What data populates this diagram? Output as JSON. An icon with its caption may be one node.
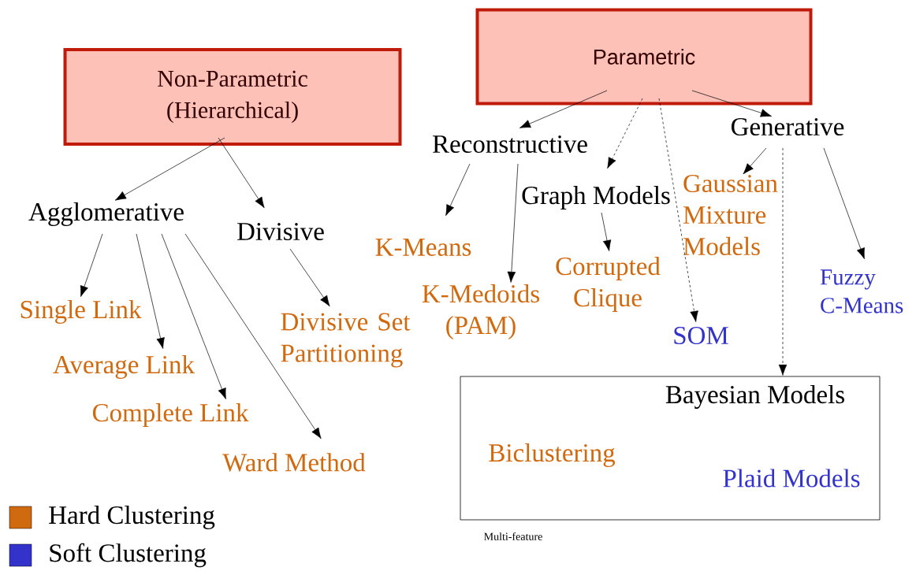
{
  "diagram": {
    "nodes": [
      {
        "text": [
          "Non-Parametric (Hierarchical)"
        ]
      },
      {
        "text": [
          "Agglomerative"
        ]
      },
      {
        "text": [
          "Divisive"
        ]
      },
      {
        "text": [
          "Single Link"
        ]
      },
      {
        "text": [
          "Average Link"
        ]
      },
      {
        "text": [
          "Complete Link"
        ]
      },
      {
        "text": [
          "Ward Method"
        ]
      },
      {
        "text": [
          "Divisive Set Partitioning"
        ]
      },
      {
        "text": [
          "Parametric"
        ]
      },
      {
        "text": [
          "Reconstructive"
        ]
      },
      {
        "text": [
          "Graph Models"
        ]
      },
      {
        "text": [
          "Generative"
        ]
      },
      {
        "text": [
          "K-Means"
        ]
      },
      {
        "text": [
          "K-Medoids (PAM)"
        ]
      },
      {
        "text": [
          "Corrupted Clique"
        ]
      },
      {
        "text": [
          "Gaussian Mixture Models"
        ]
      },
      {
        "text": [
          "SOM"
        ]
      },
      {
        "text": [
          "Fuzzy C-Means"
        ]
      },
      {
        "text": [
          "Bayesian Models",
          "Biclustering",
          "Plaid Models"
        ],
        "beside": [
          "Multi-feature"
        ]
      }
    ],
    "edges": [
      {
        "from": 0,
        "to": 1,
        "arrow": "to"
      },
      {
        "from": 0,
        "to": 2,
        "arrow": "to"
      },
      {
        "from": 1,
        "to": 3,
        "arrow": "to"
      },
      {
        "from": 1,
        "to": 4,
        "arrow": "to"
      },
      {
        "from": 1,
        "to": 5,
        "arrow": "to"
      },
      {
        "from": 1,
        "to": 6,
        "arrow": "to"
      },
      {
        "from": 2,
        "to": 7,
        "arrow": "to"
      },
      {
        "from": 8,
        "to": 9,
        "arrow": "to"
      },
      {
        "from": 8,
        "to": 10,
        "arrow": "to",
        "style": "dashed"
      },
      {
        "from": 8,
        "to": 16,
        "arrow": "to",
        "style": "dashed"
      },
      {
        "from": 8,
        "to": 11,
        "arrow": "to"
      },
      {
        "from": 9,
        "to": 12,
        "arrow": "to"
      },
      {
        "from": 9,
        "to": 13,
        "arrow": "to"
      },
      {
        "from": 10,
        "to": 14,
        "arrow": "to"
      },
      {
        "from": 11,
        "to": 15,
        "arrow": "to"
      },
      {
        "from": 11,
        "to": 17,
        "arrow": "to"
      },
      {
        "from": 11,
        "to": 18,
        "arrow": "to",
        "style": "dashed"
      }
    ],
    "legend": [
      {
        "text": "Hard Clustering",
        "color": "#d06a10"
      },
      {
        "text": "Soft Clustering",
        "color": "#3333cc"
      }
    ]
  }
}
